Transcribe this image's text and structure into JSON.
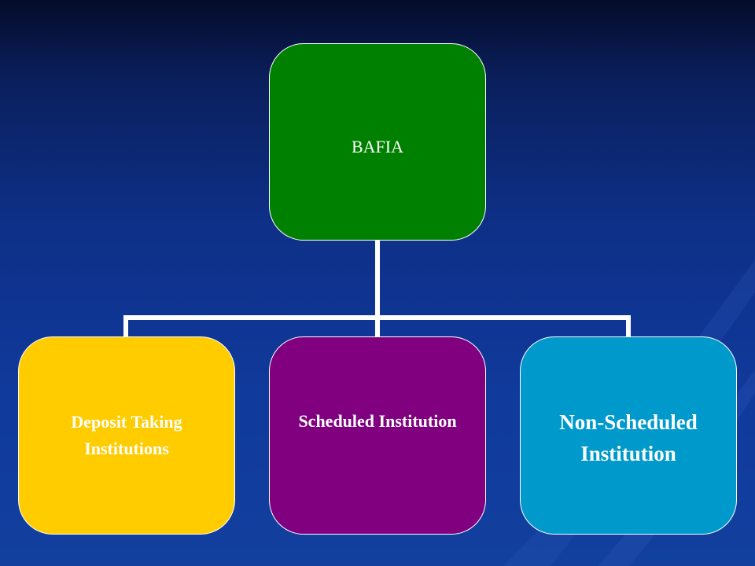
{
  "colors": {
    "root_fill": "#008000",
    "child_1_fill": "#ffcc00",
    "child_2_fill": "#800080",
    "child_3_fill": "#0099cc",
    "connector": "#ffffff",
    "background": "#0e2f86"
  },
  "diagram": {
    "root": {
      "label": "BAFIA"
    },
    "children": [
      {
        "label": "Deposit Taking Institutions"
      },
      {
        "label": "Scheduled Institution"
      },
      {
        "label": "Non-Scheduled Institution"
      }
    ]
  }
}
